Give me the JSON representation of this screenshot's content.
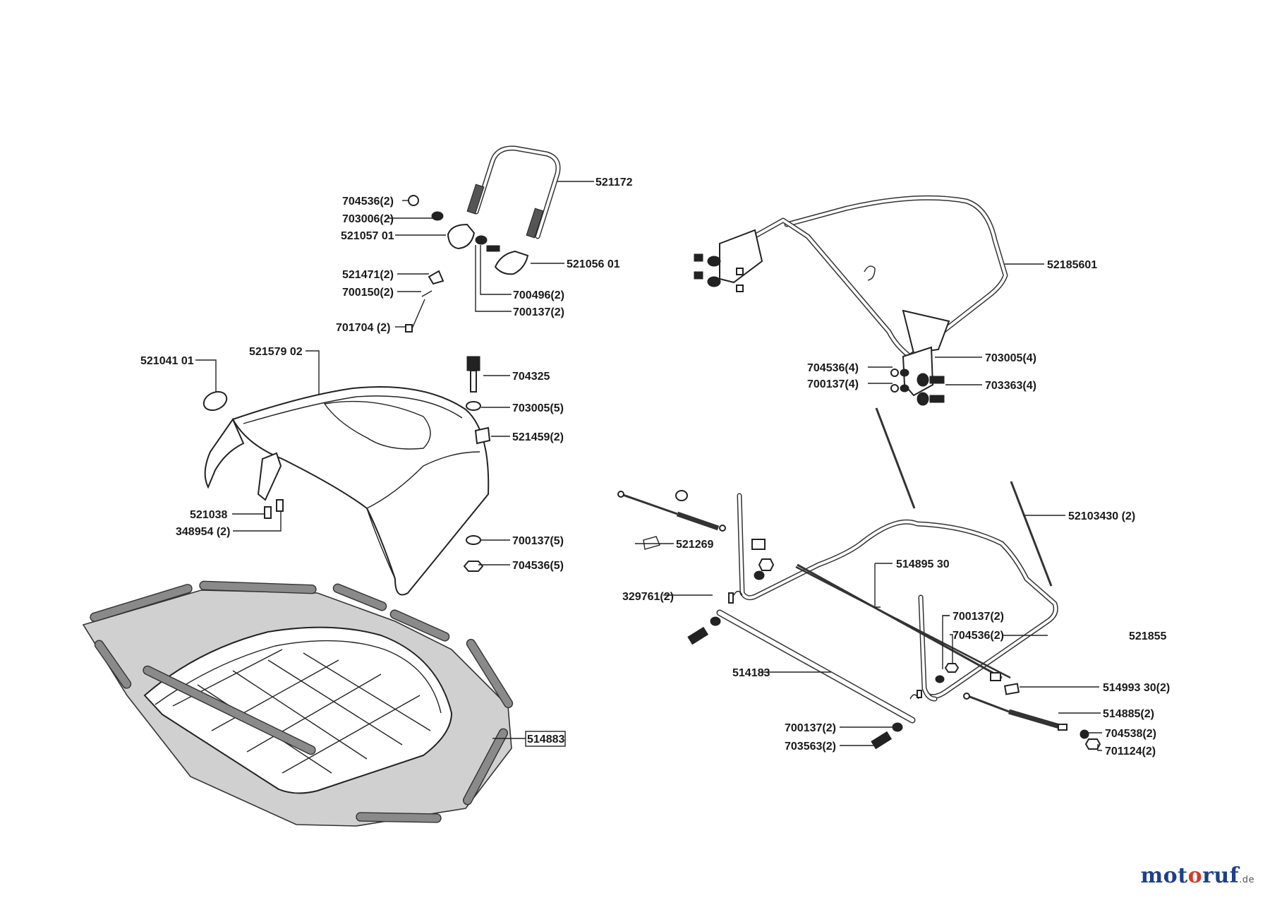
{
  "labels": {
    "l_521172": "521172",
    "l_704536_2_top": "704536(2)",
    "l_703006_2": "703006(2)",
    "l_521057_01": "521057 01",
    "l_521056_01": "521056 01",
    "l_521471_2": "521471(2)",
    "l_700150_2": "700150(2)",
    "l_700496_2": "700496(2)",
    "l_700137_2_top": "700137(2)",
    "l_701704_2": "701704 (2)",
    "l_521041_01": "521041  01",
    "l_521579_02": "521579 02",
    "l_704325": "704325",
    "l_703005_5": "703005(5)",
    "l_521459_2": "521459(2)",
    "l_521038": "521038",
    "l_348954_2": "348954 (2)",
    "l_700137_5": "700137(5)",
    "l_704536_5": "704536(5)",
    "l_514883": "514883",
    "l_52185601": "52185601",
    "l_704536_4": "704536(4)",
    "l_700137_4": "700137(4)",
    "l_703005_4": "703005(4)",
    "l_703363_4": "703363(4)",
    "l_52103430_2": "52103430 (2)",
    "l_521269": "521269",
    "l_514895_30": "514895 30",
    "l_329761_2": "329761(2)",
    "l_700137_2_mid": "700137(2)",
    "l_704536_2_mid": "704536(2)",
    "l_521855": "521855",
    "l_514183": "514183",
    "l_514993_30_2": "514993 30(2)",
    "l_514885_2": "514885(2)",
    "l_700137_2_bot": "700137(2)",
    "l_704538_2": "704538(2)",
    "l_703563_2": "703563(2)",
    "l_701124_2": "701124(2)"
  },
  "watermark": {
    "brand_a": "mot",
    "brand_b": "o",
    "brand_c": "ruf",
    "tld": ".de",
    "colors": {
      "m": "#1e3f8a",
      "o": "#d43b2a",
      "rest": "#1e3f8a"
    }
  },
  "colors": {
    "line": "#222222",
    "bag_fill": "#d0d0d0",
    "bag_edge": "#8a8a8a"
  }
}
